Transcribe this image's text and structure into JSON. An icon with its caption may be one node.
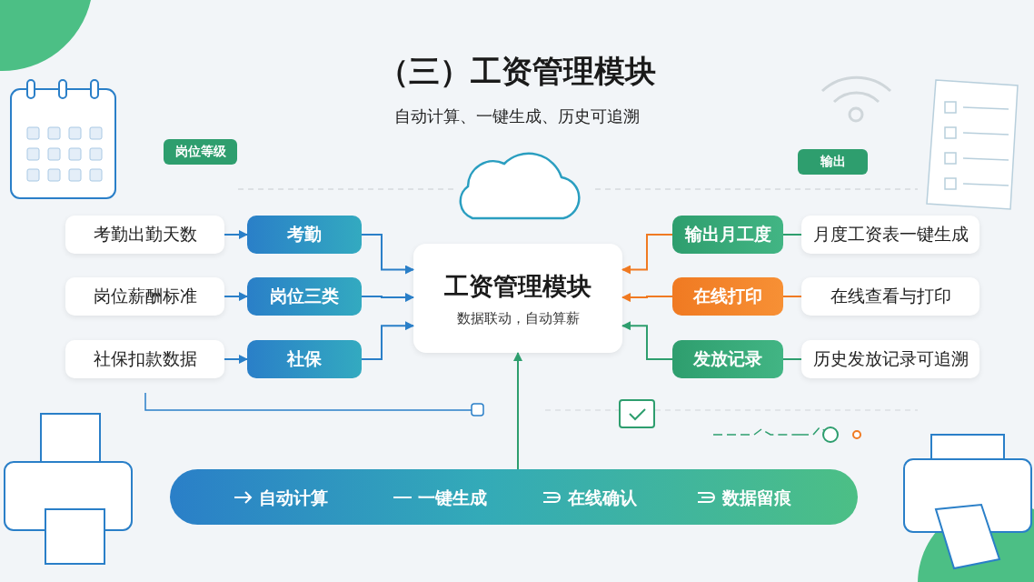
{
  "diagram": {
    "title": "（三）工资管理模块",
    "nodes": [
      {
        "text": [
          "工资管理模块",
          "数据联动，自动算薪"
        ]
      },
      {
        "text": [
          "考勤出勤天数"
        ]
      },
      {
        "text": [
          "考勤"
        ]
      },
      {
        "text": [
          "岗位薪酬标准"
        ]
      },
      {
        "text": [
          "岗位三类"
        ]
      },
      {
        "text": [
          "社保扣款数据"
        ]
      },
      {
        "text": [
          "社保"
        ]
      },
      {
        "text": [
          "输出月工度"
        ]
      },
      {
        "text": [
          "月度工资表一键生成"
        ]
      },
      {
        "text": [
          "在线打印"
        ]
      },
      {
        "text": [
          "在线查看与打印"
        ]
      },
      {
        "text": [
          "发放记录"
        ]
      },
      {
        "text": [
          "历史发放记录可追溯"
        ]
      },
      {
        "text": [
          "自动计算",
          "一键生成",
          "在线确认",
          "数据留痕"
        ]
      }
    ],
    "edges": [
      {
        "from": 1,
        "to": 2,
        "arrow": "to"
      },
      {
        "from": 3,
        "to": 4,
        "arrow": "to"
      },
      {
        "from": 5,
        "to": 6,
        "arrow": "to"
      },
      {
        "from": 2,
        "to": 0,
        "arrow": "to"
      },
      {
        "from": 4,
        "to": 0,
        "arrow": "to"
      },
      {
        "from": 6,
        "to": 0,
        "arrow": "to"
      },
      {
        "from": 7,
        "to": 0,
        "arrow": "to",
        "color": "#f07a22"
      },
      {
        "from": 9,
        "to": 0,
        "arrow": "to",
        "color": "#f07a22"
      },
      {
        "from": 11,
        "to": 0,
        "arrow": "to",
        "color": "#2e9e6e"
      },
      {
        "from": 8,
        "to": 7,
        "arrow": "none",
        "color": "#2e9e6e"
      },
      {
        "from": 10,
        "to": 9,
        "arrow": "none",
        "color": "#f07a22"
      },
      {
        "from": 12,
        "to": 11,
        "arrow": "none",
        "color": "#2e9e6e"
      },
      {
        "from": 13,
        "to": 0,
        "arrow": "to",
        "color": "#2e9e6e"
      }
    ],
    "labels": [
      "自动计算、一键生成、历史可追溯",
      "岗位等级",
      "输出"
    ]
  }
}
